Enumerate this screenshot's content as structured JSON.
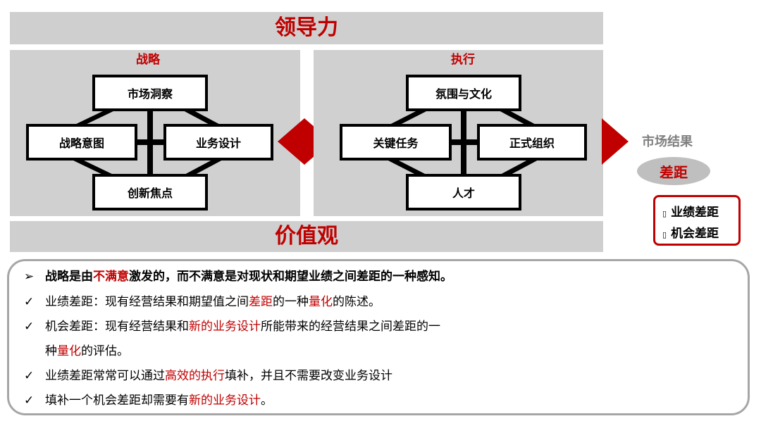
{
  "top_banner": "领导力",
  "bottom_banner": "价值观",
  "strategy": {
    "title": "战略",
    "top": "市场洞察",
    "left": "战略意图",
    "right": "业务设计",
    "bottom": "创新焦点"
  },
  "execution": {
    "title": "执行",
    "top": "氛围与文化",
    "left": "关键任务",
    "right": "正式组织",
    "bottom": "人才"
  },
  "market_result": "市场结果",
  "gap": "差距",
  "gap_types": {
    "bullet": "▯",
    "items": [
      "业绩差距",
      "机会差距"
    ]
  },
  "notes": {
    "arrow_mark": "➢",
    "check_mark": "✓",
    "n1": {
      "a": "战略是由",
      "b": "不满意",
      "c": "激发的，而不满意是对现状和期望业绩之间差距的一种感知。"
    },
    "n2": {
      "a": "业绩差距：现有经营结果和期望值之间",
      "b": "差距",
      "c": "的一种",
      "d": "量化",
      "e": "的陈述。"
    },
    "n3": {
      "a": "机会差距：现有经营结果和",
      "b": "新的业务设计",
      "c": "所能带来的经营结果之间差距的一"
    },
    "n3b": {
      "a": "种",
      "b": "量化",
      "c": "的评估。"
    },
    "n4": {
      "a": "业绩差距常常可以通过",
      "b": "高效的执行",
      "c": "填补，并且不需要改变业务设计"
    },
    "n5": {
      "a": "填补一个机会差距却需要有",
      "b": "新的业务设计",
      "c": "。"
    }
  }
}
